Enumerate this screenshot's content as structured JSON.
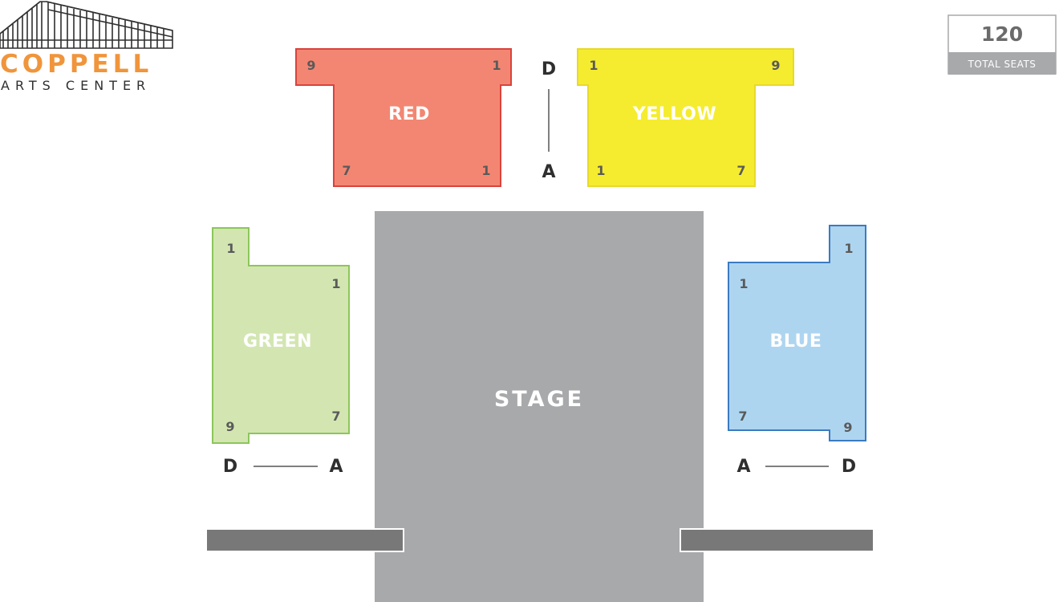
{
  "logo": {
    "name": "COPPELL",
    "subtitle": "ARTS CENTER",
    "name_color": "#f0953b"
  },
  "seat_count": {
    "value": "120",
    "label": "TOTAL SEATS"
  },
  "stage": {
    "label": "STAGE",
    "color": "#a8a9ab"
  },
  "sections": {
    "red": {
      "label": "RED",
      "fill": "#f38672",
      "stroke": "#d9433d",
      "seats": {
        "top_left": "9",
        "top_right": "1",
        "bottom_left": "7",
        "bottom_right": "1"
      }
    },
    "yellow": {
      "label": "YELLOW",
      "fill": "#f5ec2f",
      "stroke": "#e8d92c",
      "seats": {
        "top_left": "1",
        "top_right": "9",
        "bottom_left": "1",
        "bottom_right": "7"
      }
    },
    "green": {
      "label": "GREEN",
      "fill": "#d3e6b2",
      "stroke": "#8cc65a",
      "seats": {
        "top_left": "1",
        "top_right": "1",
        "bottom_left": "9",
        "bottom_right": "7"
      }
    },
    "blue": {
      "label": "BLUE",
      "fill": "#aed5f0",
      "stroke": "#3b7bc2",
      "seats": {
        "top_right": "1",
        "top_left": "1",
        "bottom_left": "7",
        "bottom_right": "9"
      }
    }
  },
  "rows": {
    "top": {
      "start": "D",
      "end": "A"
    },
    "left": {
      "start": "D",
      "end": "A"
    },
    "right": {
      "start": "A",
      "end": "D"
    }
  },
  "colors": {
    "platform": "#787879",
    "row_line": "#555555"
  }
}
